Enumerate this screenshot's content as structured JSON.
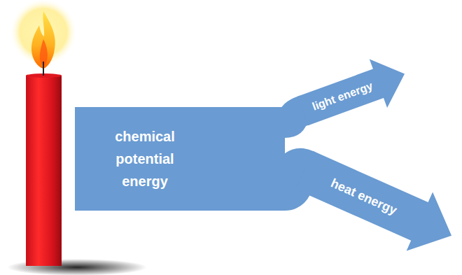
{
  "diagram": {
    "nodes": [
      {
        "text": [
          "chemical potential energy"
        ]
      },
      {
        "text": [
          "light energy"
        ]
      },
      {
        "text": [
          "heat energy"
        ]
      }
    ],
    "edges": [
      {
        "from": 0,
        "to": 1,
        "arrow": "none"
      },
      {
        "from": 0,
        "to": 2,
        "arrow": "none"
      }
    ]
  }
}
